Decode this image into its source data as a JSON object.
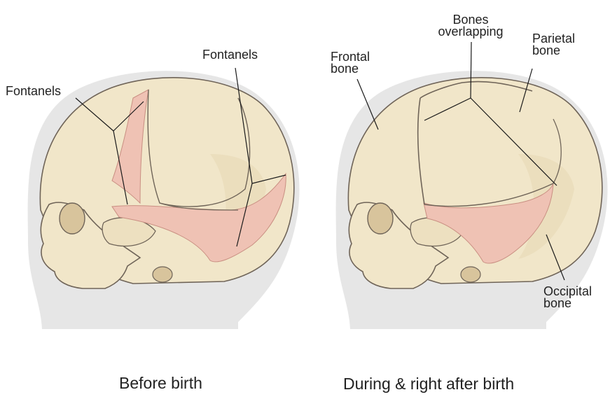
{
  "colors": {
    "bone": "#f1e6c9",
    "bone_shade": "#ddcba3",
    "fontanel": "#efc2b4",
    "outline": "#6f6458",
    "head_silhouette": "#e6e6e6",
    "leader_line": "#1a1a1a"
  },
  "left_panel": {
    "labels": {
      "fontanels_left": "Fontanels",
      "fontanels_right": "Fontanels"
    },
    "caption": "Before birth"
  },
  "right_panel": {
    "labels": {
      "bones_overlapping": "Bones\noverlapping",
      "frontal_bone": "Frontal\nbone",
      "parietal_bone": "Parietal\nbone",
      "occipital_bone": "Occipital\nbone"
    },
    "caption": "During & right after birth"
  }
}
